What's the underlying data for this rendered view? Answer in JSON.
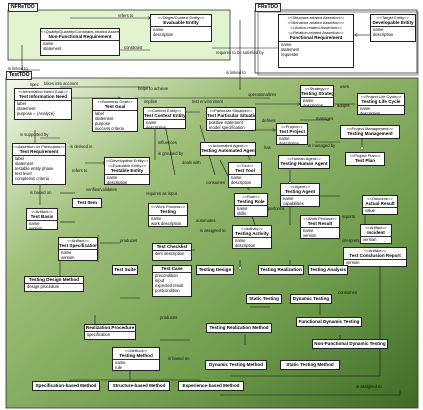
{
  "packages": {
    "nfr": "NFReTDO",
    "fr": "FReTDO",
    "test": "TestTDO"
  },
  "boxes": {
    "target_context_entity": {
      "stereotype": "<<Target/Context Entity>>",
      "name": "Evaluable Entity",
      "attrs": [
        "name",
        "description"
      ]
    },
    "non_functional_req": {
      "stereotype": "<<Quality/Quantity/Constraint-related Assertion>>",
      "name": "Non-Functional Requirement",
      "attrs": [
        "name",
        "statement"
      ]
    },
    "functional_req": {
      "stereotype": "<<Structure-related Assertion>>",
      "stereotype2": "<<Behavior-related Assertion>>",
      "stereotype3": "<<Action-related Assertion>>",
      "stereotype4": "<<Relation-related Assertion>>",
      "name": "Functional Requirement",
      "attrs": [
        "name",
        "statement",
        "requester"
      ]
    },
    "developable_entity_fr": {
      "stereotype": "<<Target Entity>>",
      "name": "Developable Entity",
      "attrs": [
        "name",
        "description"
      ]
    },
    "test_information_need": {
      "stereotype": "<<Information Need Goal>>",
      "name": "Test Information Need",
      "attrs": [
        "label",
        "statement",
        "purpose = {Analyze}"
      ]
    },
    "test_goal": {
      "stereotype": "<<Business Goal>>",
      "name": "Test Goal",
      "attrs": [
        "label",
        "statement",
        "purpose",
        "success criteria"
      ]
    },
    "test_context_entity": {
      "stereotype": "<<Context Entity>>",
      "name": "Test Context Entity",
      "attrs": [
        "name",
        "description"
      ]
    },
    "test_particular_situation": {
      "stereotype": "<<Particular Situation>>",
      "name": "Test Particular Situation",
      "attrs": [
        "positive statement",
        "model specification"
      ]
    },
    "testing_strategy": {
      "stereotype": "<<Strategy>>",
      "name": "Testing Strategy",
      "attrs": [
        "name",
        "description"
      ]
    },
    "testing_life_cycle": {
      "stereotype": "<<Project Life Cycle>>",
      "name": "Testing Life Cycle",
      "attrs": [
        "name",
        "description"
      ]
    },
    "test_requirement": {
      "stereotype": "<<Assertion on Particulars>>",
      "name": "Test Requirement",
      "attrs": [
        "label",
        "statement",
        "testable entity phase",
        "test level",
        "completion criteria"
      ]
    },
    "testable_entity": {
      "stereotype": "<<Developable Entity>>",
      "stereotype2": "<<Evaluable Entity>>",
      "name": "Testable Entity",
      "attrs": [
        "name",
        "description"
      ]
    },
    "test_project": {
      "stereotype": "<<Project>>",
      "name": "Test Project",
      "attrs": [
        "name",
        "description"
      ]
    },
    "testing_management": {
      "stereotype": "<<Project Management>>",
      "name": "Testing Management",
      "attrs": []
    },
    "testing_automated_agent": {
      "stereotype": "<<Automated Agent>>",
      "name": "Testing Automated Agent",
      "attrs": []
    },
    "testing_human_agent": {
      "stereotype": "<<Human Agent>>",
      "name": "Testing Human Agent",
      "attrs": []
    },
    "test_plan": {
      "stereotype": "<<Project Plan>>",
      "name": "Test Plan",
      "attrs": []
    },
    "test_tool": {
      "stereotype": "<<Tool>>",
      "name": "Test Tool",
      "attrs": [
        "name",
        "description"
      ]
    },
    "testing_agent": {
      "stereotype": "<<Agent>>",
      "name": "Testing Agent",
      "attrs": [
        "name",
        "capabilities"
      ]
    },
    "actual_result": {
      "stereotype": "<<Outcome>>",
      "name": "Actual Result",
      "attrs": [
        "value"
      ]
    },
    "test_item": {
      "name": "Test Item"
    },
    "test_basis": {
      "stereotype": "<<Artifact>>",
      "name": "Test Basis",
      "attrs": [
        "name",
        "version"
      ]
    },
    "testing": {
      "stereotype": "<<Work Process>>",
      "name": "Testing",
      "attrs": [
        "name",
        "work description"
      ]
    },
    "testing_role": {
      "stereotype": "<<Role>>",
      "name": "Testing Role",
      "attrs": [
        "name",
        "skills"
      ]
    },
    "test_result": {
      "stereotype": "<<Work Product>>",
      "name": "Test Result",
      "attrs": [
        "name",
        "version"
      ]
    },
    "incident": {
      "stereotype": "<<Artifact>>",
      "name": "Incident",
      "attrs": [
        "version"
      ]
    },
    "testing_activity": {
      "stereotype": "<<Activity>>",
      "name": "Testing Activity",
      "attrs": [
        "name",
        "description"
      ]
    },
    "test_specification": {
      "stereotype": "<<Artifact>>",
      "name": "Test Specification",
      "attrs": [
        "name",
        "version"
      ]
    },
    "test_checklist": {
      "name": "Test Checklist",
      "attrs": [
        "item description"
      ]
    },
    "test_conclusion_report": {
      "stereotype": "<<Artifact>>",
      "name": "Test Conclusion Report",
      "attrs": [
        "version"
      ]
    },
    "test_suite": {
      "name": "Test Suite"
    },
    "test_case": {
      "name": "Test Case",
      "attrs": [
        "precondition",
        "input",
        "expected result",
        "postcondition"
      ]
    },
    "testing_design_method": {
      "name": "Testing Design Method",
      "attrs": [
        "design procedure"
      ]
    },
    "testing_design": {
      "name": "Testing Design"
    },
    "testing_realization": {
      "name": "Testing Realization"
    },
    "testing_analysis": {
      "name": "Testing Analysis"
    },
    "static_testing": {
      "name": "Static Testing"
    },
    "dynamic_testing": {
      "name": "Dynamic Testing"
    },
    "functional_dynamic_testing": {
      "name": "Functional Dynamic Testing"
    },
    "realization_procedure": {
      "name": "Realization Procedure",
      "attrs": [
        "specification"
      ]
    },
    "testing_realization_method": {
      "name": "Testing Realization Method"
    },
    "non_functional_dynamic_testing": {
      "name": "Non-Functional Dynamic Testing"
    },
    "testing_method": {
      "stereotype": "<<Method>>",
      "name": "Testing Method",
      "attrs": [
        "name",
        "rule"
      ]
    },
    "dynamic_testing_method": {
      "name": "Dynamic Testing Method"
    },
    "static_testing_method": {
      "name": "Static Testing Method"
    },
    "specification_based_method": {
      "name": "Specification-based Method"
    },
    "structure_based_method": {
      "name": "Structure-based Method"
    },
    "experience_based_method": {
      "name": "Experience-based Method"
    }
  },
  "labels": {
    "refers_to": "refers to",
    "constraint": "constraint",
    "requires_satisfied": "requires to be satisfied by",
    "is_linked_to_1": "is linked to",
    "is_linked_to_2": "is linked to",
    "takes_into_account": "takes into account",
    "spec": "spec",
    "helps_to_achieve": "helps to achieve",
    "implies": "implies",
    "test_environment": "test environment",
    "operationalizes": "operationalizes",
    "adopts": "adopts",
    "uses": "uses",
    "manages": "manages",
    "defines": "defines",
    "is_supported_by": "is supported by",
    "is_derived_in": "is derived in",
    "influences": "influences",
    "is_grouped_by": "is grouped by",
    "deals_with": "deals with",
    "has": "has",
    "is_managed_by": "is managed by",
    "refers_to_2": "refers to",
    "is_based_on": "is based on",
    "verifies_validates": "verifies/validates",
    "requires_as_input": "requires as input",
    "consumes": "consumes",
    "performs": "performs",
    "produces": "produces",
    "automates": "automates",
    "is_assigned_to": "is assigned to",
    "reports": "reports",
    "interprets": "interprets",
    "is_assigned_to_2": "is assigned to",
    "is_based_on_2": "is based on"
  }
}
